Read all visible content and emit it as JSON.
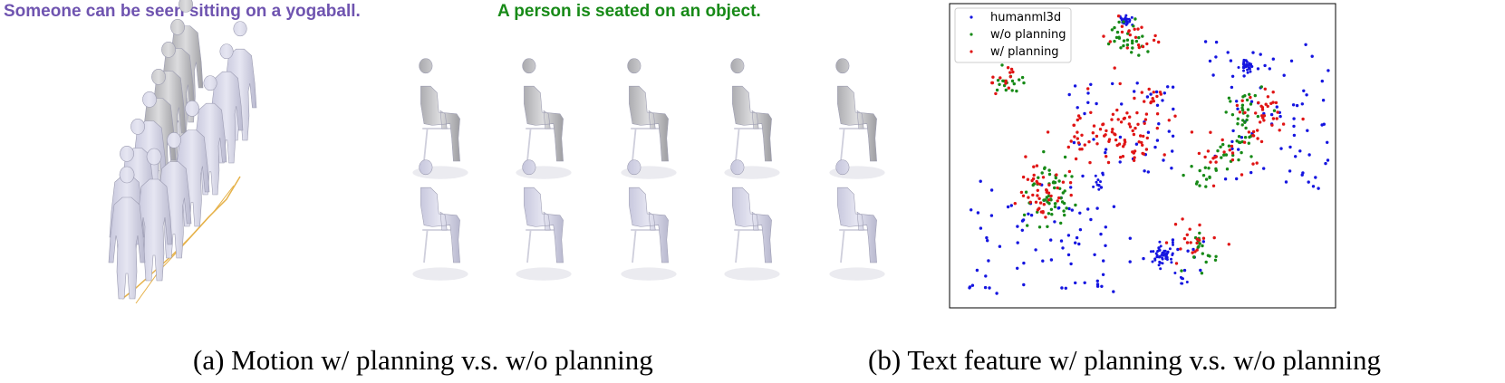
{
  "panel_a": {
    "prompt_left": "Someone can be seen sitting on a yogaball.",
    "prompt_left_color": "#6f54b0",
    "prompt_right": "A person is seated on an object.",
    "prompt_right_color": "#178a17",
    "caption": "(a) Motion w/ planning v.s. w/o planning"
  },
  "panel_b": {
    "caption": "(b) Text feature w/ planning v.s. w/o planning"
  },
  "chart_data": {
    "type": "scatter",
    "legend_position": "top-left",
    "axes_visible": false,
    "series": [
      {
        "name": "humanml3d",
        "color": "#1515e0"
      },
      {
        "name": "w/o planning",
        "color": "#178a17"
      },
      {
        "name": "w/ planning",
        "color": "#e01515"
      }
    ]
  }
}
